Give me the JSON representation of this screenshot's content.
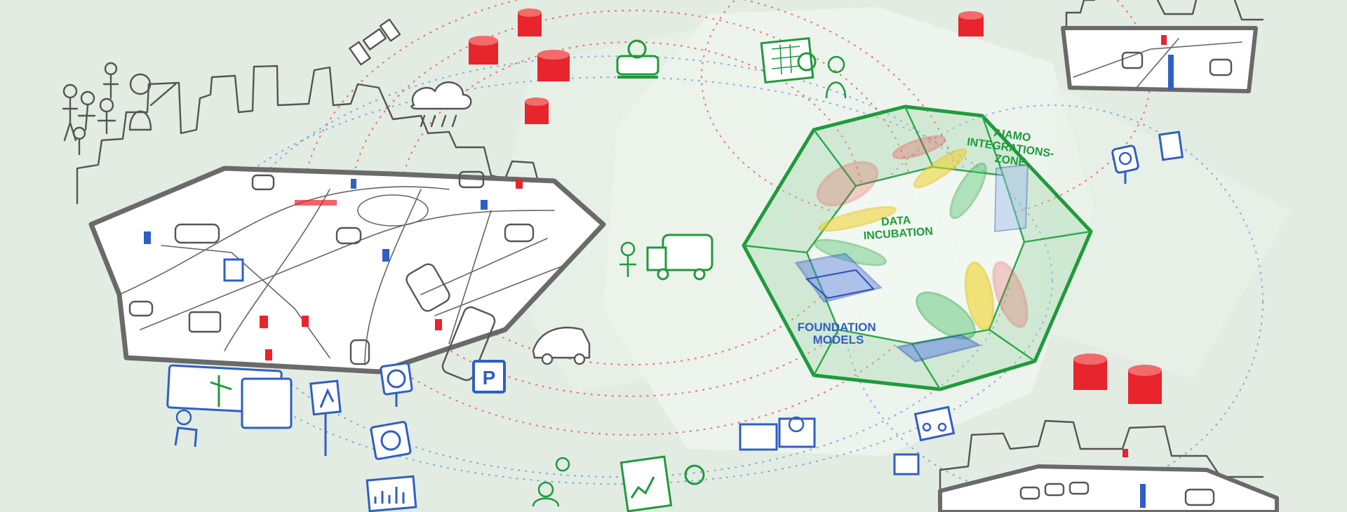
{
  "hub": {
    "data_incubation": [
      "DATA",
      "INCUBATION"
    ],
    "foundation_models": [
      "FOUNDATION",
      "MODELS"
    ],
    "integrations_zone": [
      "AIAMO",
      "INTEGRATIONS-",
      "ZONE"
    ]
  },
  "signs": {
    "parking_letter": "P"
  },
  "colors": {
    "background": "#e2ece2",
    "hub_green": "#1f9a3c",
    "data_red": "#e8242c",
    "service_blue": "#2f5fc4",
    "highlight_yellow": "#f2d22a",
    "sketch_gray": "#555555"
  }
}
